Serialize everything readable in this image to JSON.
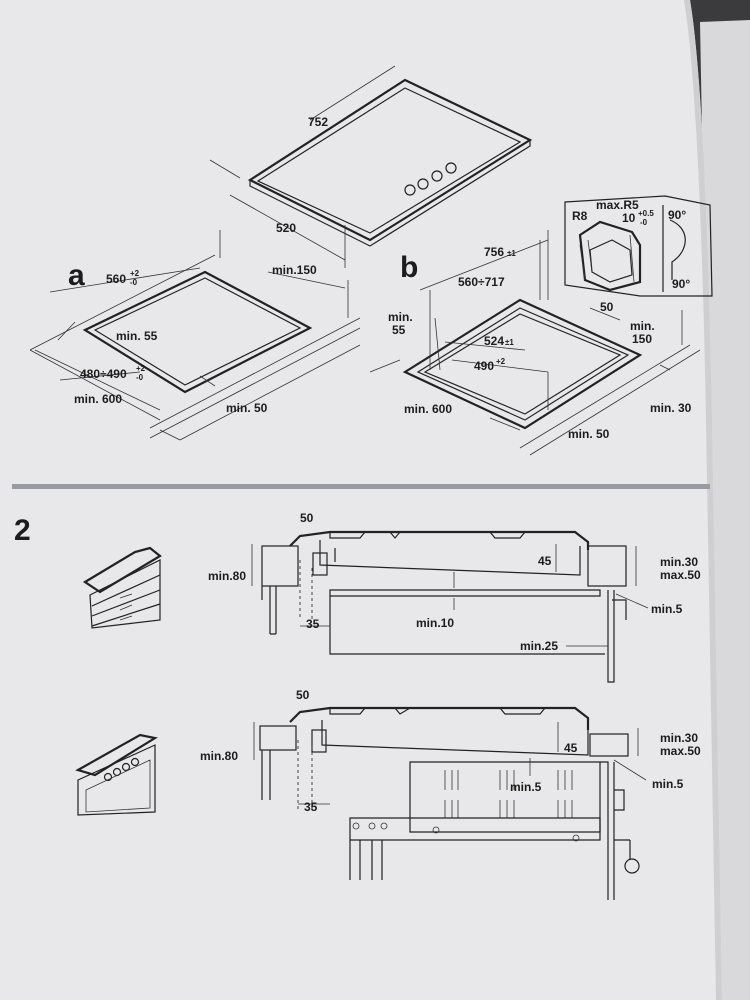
{
  "figure_1a": {
    "label": "a",
    "dims": {
      "width_752": "752",
      "depth_520": "520",
      "cut_560": "560",
      "cut_560_tol": "+2",
      "cut_560_tol2": "-0",
      "min150": "min.150",
      "min55": "min. 55",
      "cut_480": "480÷490",
      "cut_480_tol": "+2",
      "cut_480_tol2": "-0",
      "min600": "min. 600",
      "min50": "min. 50"
    }
  },
  "figure_1b": {
    "label": "b",
    "dims": {
      "d756": "756",
      "d756_tol": "±1",
      "d560_717": "560÷717",
      "min55": "min.\n55",
      "min55_a": "min.",
      "min55_b": "55",
      "d50": "50",
      "min150_a": "min.",
      "min150_b": "150",
      "d524": "524",
      "d524_tol": "±1",
      "d490": "490",
      "d490_tol": "+2",
      "min600": "min. 600",
      "min30": "min. 30",
      "min50": "min. 50"
    },
    "detail": {
      "maxR5": "max.R5",
      "R8": "R8",
      "d10": "10",
      "d10_tol": "+0.5",
      "d10_tol2": "-0",
      "a90_top": "90°",
      "a90_bot": "90°"
    }
  },
  "figure_2": {
    "label": "2",
    "top": {
      "d50": "50",
      "d45": "45",
      "min80": "min.80",
      "min30": "min.30",
      "max50": "max.50",
      "min5": "min.5",
      "d35": "35",
      "min10": "min.10",
      "min25": "min.25"
    },
    "bottom": {
      "d50": "50",
      "d45": "45",
      "min80": "min.80",
      "min30": "min.30",
      "max50": "max.50",
      "min5_inner": "min.5",
      "min5": "min.5",
      "d35": "35"
    }
  },
  "colors": {
    "paper": "#e9e9eb",
    "ink": "#1c1c1c",
    "divider": "#9a9aa2",
    "background": "#3a3a3c"
  }
}
